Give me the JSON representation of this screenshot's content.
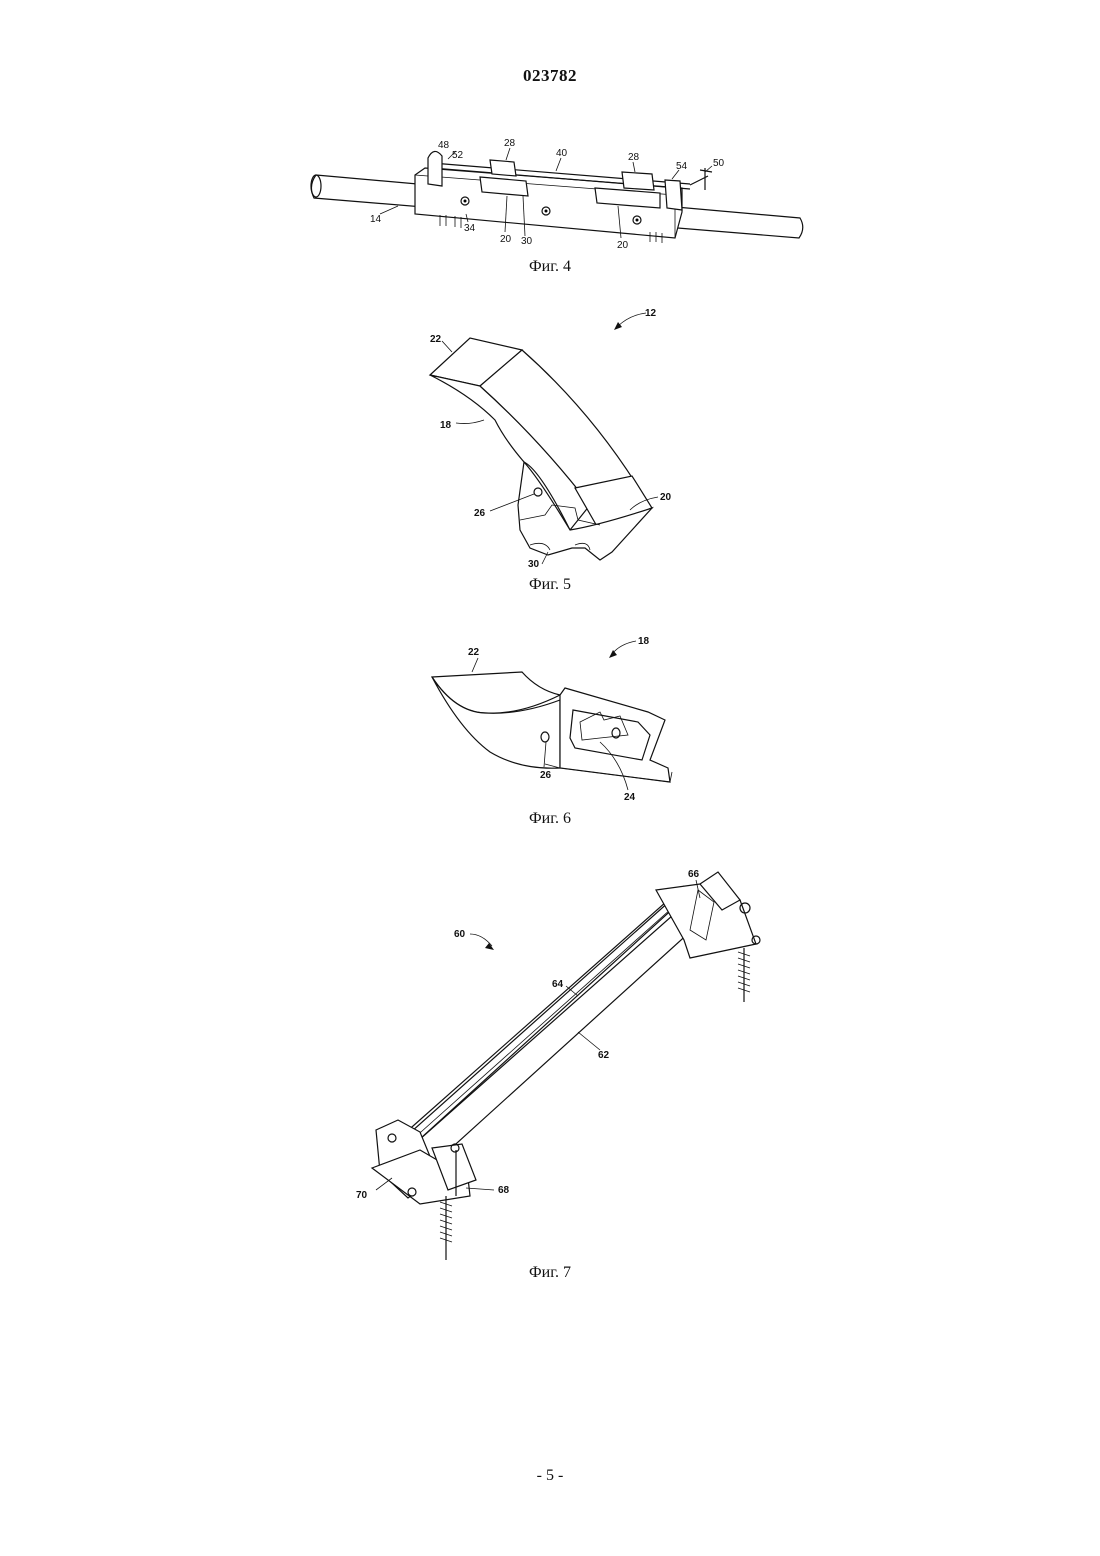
{
  "document_number": "023782",
  "page_number": "- 5 -",
  "figures": {
    "fig4": {
      "caption": "Фиг. 4",
      "labels": {
        "l48": "48",
        "l52": "52",
        "l28a": "28",
        "l40": "40",
        "l28b": "28",
        "l54": "54",
        "l50": "50",
        "l14": "14",
        "l34": "34",
        "l20a": "20",
        "l30": "30",
        "l20b": "20"
      }
    },
    "fig5": {
      "caption": "Фиг. 5",
      "labels": {
        "l12": "12",
        "l22": "22",
        "l18": "18",
        "l26": "26",
        "l20": "20",
        "l30": "30"
      }
    },
    "fig6": {
      "caption": "Фиг. 6",
      "labels": {
        "l18": "18",
        "l22": "22",
        "l26": "26",
        "l24": "24"
      }
    },
    "fig7": {
      "caption": "Фиг. 7",
      "labels": {
        "l66": "66",
        "l60": "60",
        "l64": "64",
        "l62": "62",
        "l70": "70",
        "l68": "68"
      }
    }
  }
}
